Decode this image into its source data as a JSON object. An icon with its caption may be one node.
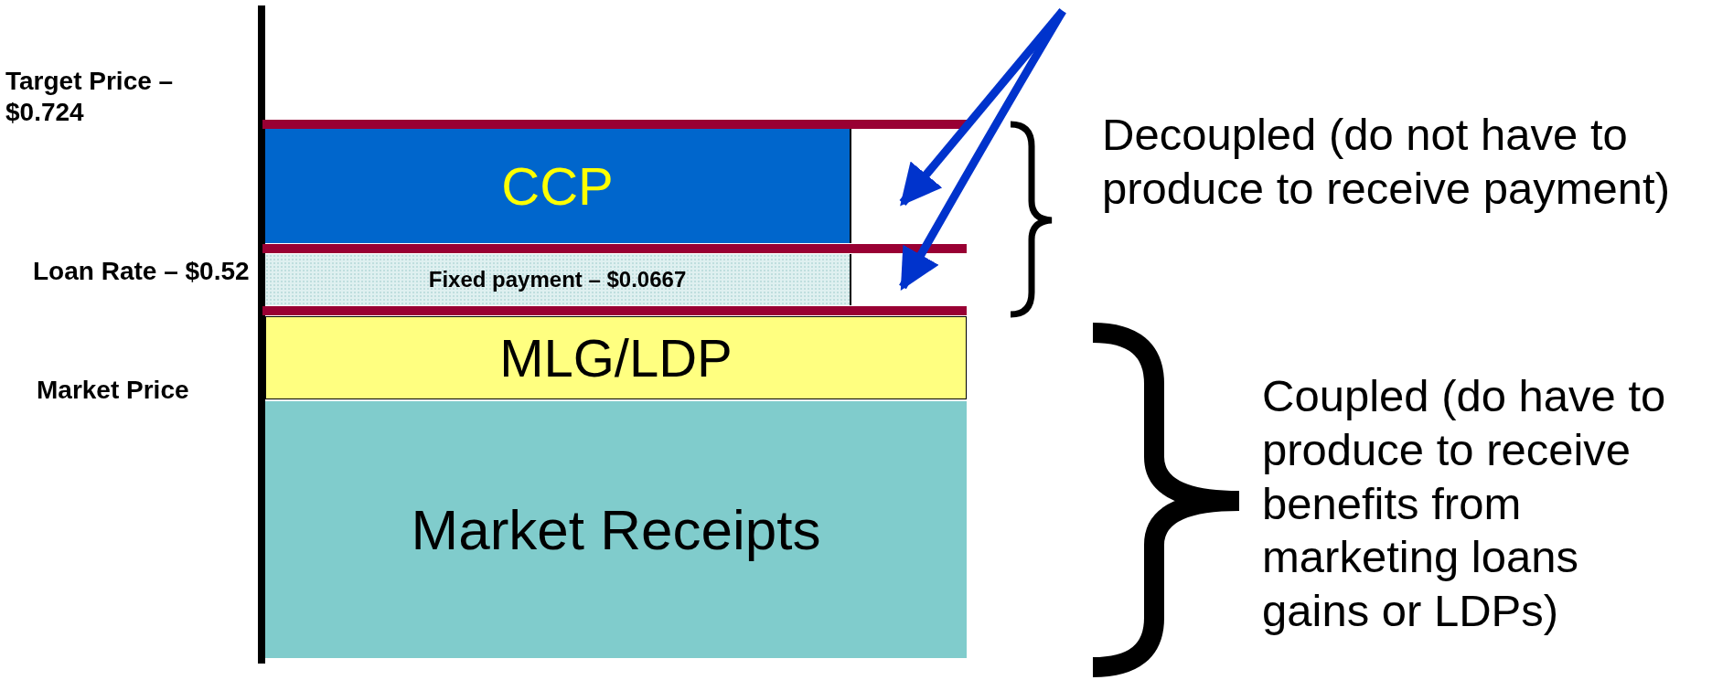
{
  "diagram": {
    "nodes": [
      {
        "text": [
          "CCP"
        ]
      },
      {
        "text": [],
        "shape": "box"
      },
      {
        "text": [
          "Fixed payment – $0.0667"
        ]
      },
      {
        "text": [],
        "shape": "box"
      },
      {
        "text": [
          "MLG/LDP"
        ]
      },
      {
        "text": [
          "Market Receipts"
        ]
      }
    ],
    "edges": [
      {
        "from": null,
        "to": 1,
        "arrow": "to"
      },
      {
        "from": null,
        "to": 3,
        "arrow": "to"
      }
    ],
    "labels": [
      "Target Price – $0.724",
      "Loan Rate – $0.52",
      "Market Price",
      "Decoupled (do not have to produce to receive payment)",
      "Coupled (do have to produce to receive benefits from marketing loans gains or LDPs)"
    ]
  }
}
